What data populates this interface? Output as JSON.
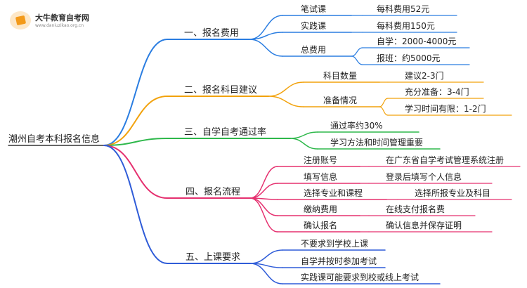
{
  "logo": {
    "name": "大牛教育自考网",
    "url": "www.daniuzikao.org.cn"
  },
  "colors": {
    "fee": "#2a7de1",
    "subjects": "#f2a20c",
    "pass": "#2eb84b",
    "process": "#e5306f",
    "class": "#2f5cd8"
  },
  "root": "潮州自考本科报名信息",
  "branches": [
    {
      "key": "fee",
      "label": "一、报名费用",
      "children": [
        {
          "label": "笔试课",
          "children": [
            {
              "label": "每科费用52元"
            }
          ]
        },
        {
          "label": "实践课",
          "children": [
            {
              "label": "每科费用150元"
            }
          ]
        },
        {
          "label": "总费用",
          "children": [
            {
              "label": "自学：2000-4000元"
            },
            {
              "label": "报班：约5000元"
            }
          ]
        }
      ]
    },
    {
      "key": "subjects",
      "label": "二、报名科目建议",
      "children": [
        {
          "label": "科目数量",
          "children": [
            {
              "label": "建议2-3门"
            }
          ]
        },
        {
          "label": "准备情况",
          "children": [
            {
              "label": "充分准备：3-4门"
            },
            {
              "label": "学习时间有限：1-2门"
            }
          ]
        }
      ]
    },
    {
      "key": "pass",
      "label": "三、自学自考通过率",
      "children": [
        {
          "label": "通过率约30%"
        },
        {
          "label": "学习方法和时间管理重要"
        }
      ]
    },
    {
      "key": "process",
      "label": "四、报名流程",
      "children": [
        {
          "label": "注册账号",
          "children": [
            {
              "label": "在广东省自学考试管理系统注册"
            }
          ]
        },
        {
          "label": "填写信息",
          "children": [
            {
              "label": "登录后填写个人信息"
            }
          ]
        },
        {
          "label": "选择专业和课程",
          "children": [
            {
              "label": "选择所报专业及科目"
            }
          ]
        },
        {
          "label": "缴纳费用",
          "children": [
            {
              "label": "在线支付报名费"
            }
          ]
        },
        {
          "label": "确认报名",
          "children": [
            {
              "label": "确认信息并保存证明"
            }
          ]
        }
      ]
    },
    {
      "key": "class",
      "label": "五、上课要求",
      "children": [
        {
          "label": "不要求到学校上课"
        },
        {
          "label": "自学并按时参加考试"
        },
        {
          "label": "实践课可能要求到校或线上考试"
        }
      ]
    }
  ]
}
